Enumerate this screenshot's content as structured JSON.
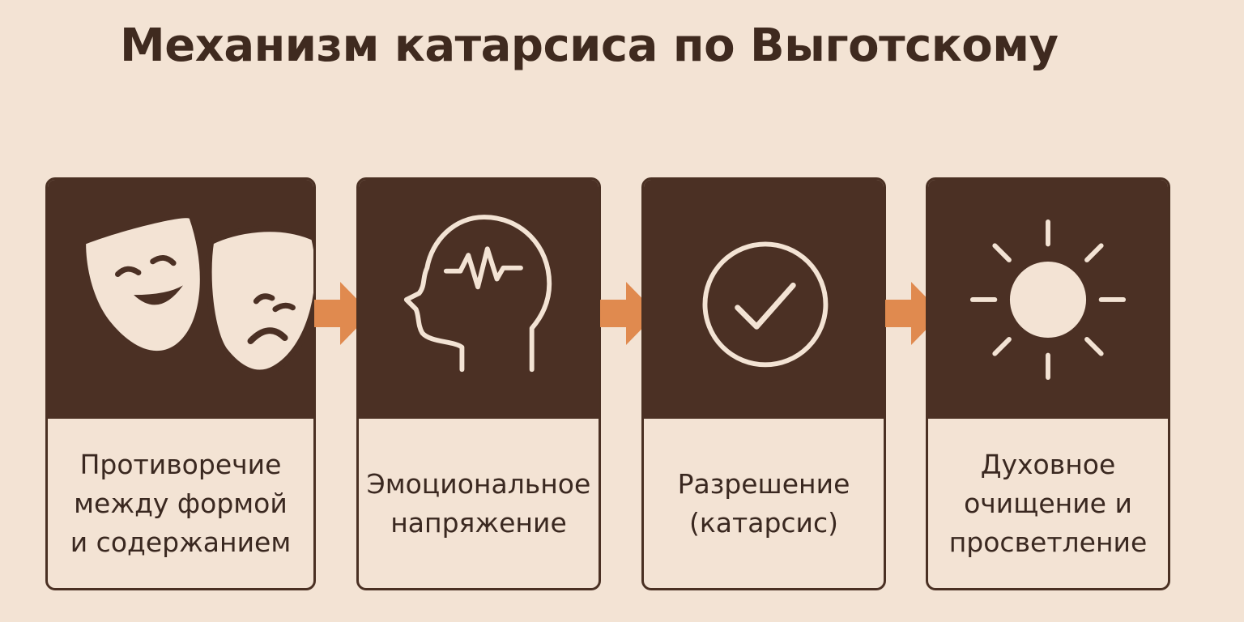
{
  "title": "Механизм катарсиса по Выготскому",
  "colors": {
    "background": "#f3e3d4",
    "card_dark": "#4b3024",
    "icon": "#f3e3d4",
    "arrow": "#e08a4f",
    "text": "#3a2820"
  },
  "steps": [
    {
      "label": "Противоречие\nмежду формой\nи содержанием",
      "icon": "theater-masks-icon"
    },
    {
      "label": "Эмоциональное\nнапряжение",
      "icon": "head-pulse-icon"
    },
    {
      "label": "Разрешение\n(катарсис)",
      "icon": "check-circle-icon"
    },
    {
      "label": "Духовное\nочищение и\nпросветление",
      "icon": "sun-icon"
    }
  ]
}
